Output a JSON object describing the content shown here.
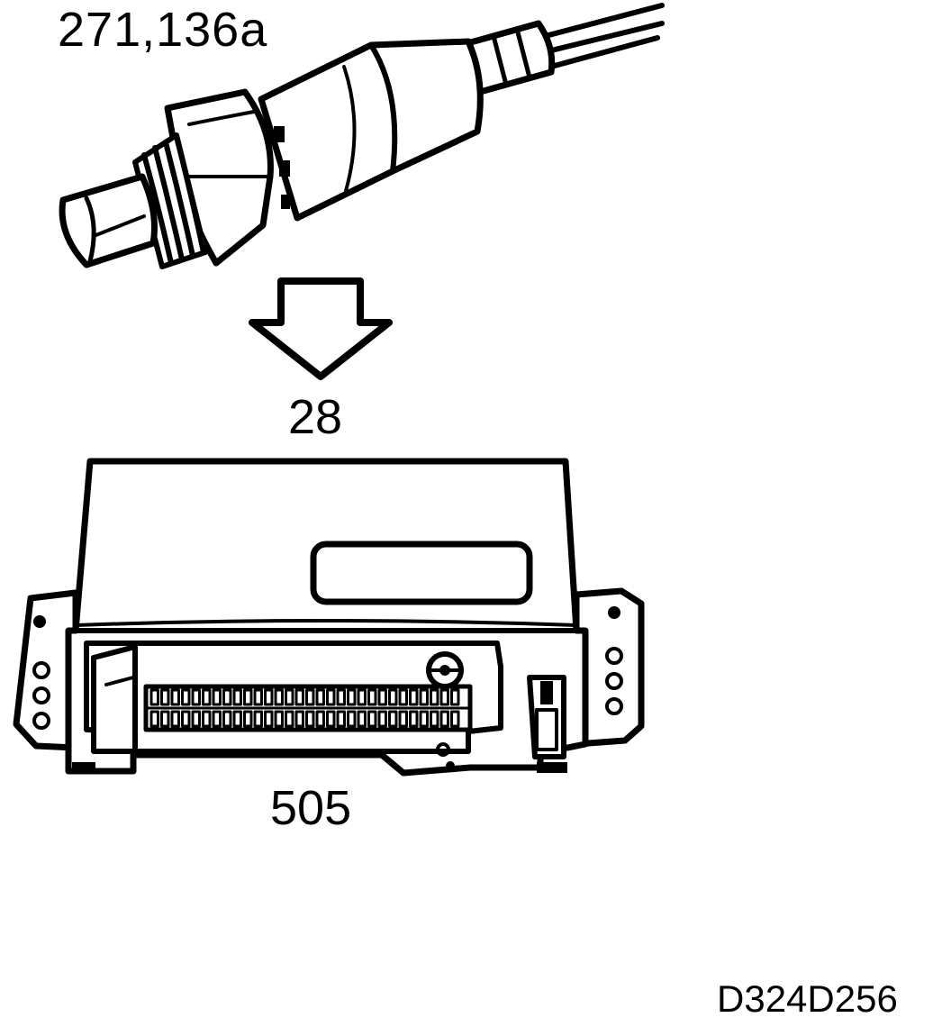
{
  "labels": {
    "sensor_ref": "271,136a",
    "connector_pin": "28",
    "control_unit_ref": "505",
    "drawing_ref": "D324D256"
  },
  "colors": {
    "line": "#000000",
    "background": "#ffffff"
  }
}
